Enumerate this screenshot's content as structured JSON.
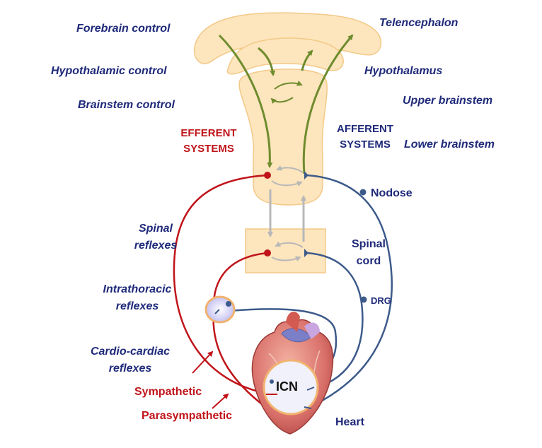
{
  "labels": {
    "forebrain_control": "Forebrain control",
    "hypothalamic_control": "Hypothalamic  control",
    "brainstem_control": "Brainstem control",
    "telencephalon": "Telencephalon",
    "hypothalamus": "Hypothalamus",
    "upper_brainstem": "Upper brainstem",
    "lower_brainstem": "Lower brainstem",
    "efferent_line1": "EFFERENT",
    "efferent_line2": "SYSTEMS",
    "afferent_line1": "AFFERENT",
    "afferent_line2": "SYSTEMS",
    "nodose": "Nodose",
    "spinal_cord_line1": "Spinal",
    "spinal_cord_line2": "cord",
    "drg": "DRG",
    "spinal_reflexes_line1": "Spinal",
    "spinal_reflexes_line2": "reflexes",
    "intrathoracic_line1": "Intrathoracic",
    "intrathoracic_line2": "reflexes",
    "cardio_line1": "Cardio-cardiac",
    "cardio_line2": "reflexes",
    "sympathetic": "Sympathetic",
    "parasympathetic": "Parasympathetic",
    "icn": "ICN",
    "heart": "Heart"
  },
  "colors": {
    "efferent": "#c0141a",
    "afferent": "#3c5a8a",
    "descending_control": "#6e8c2e",
    "internal_loop": "#b8b8b8",
    "brain_fill": "#fde5bd",
    "brain_stroke": "#f3c987",
    "label_blue": "#1f2a7a",
    "label_red": "#c0141a",
    "heart_fill": "#d9706a",
    "icn_fill": "#f1f1fb"
  },
  "icons": {
    "heart": "anatomical-heart-icon",
    "icn": "icn-ganglion-disc",
    "ganglion": "intrathoracic-ganglion-icon"
  }
}
